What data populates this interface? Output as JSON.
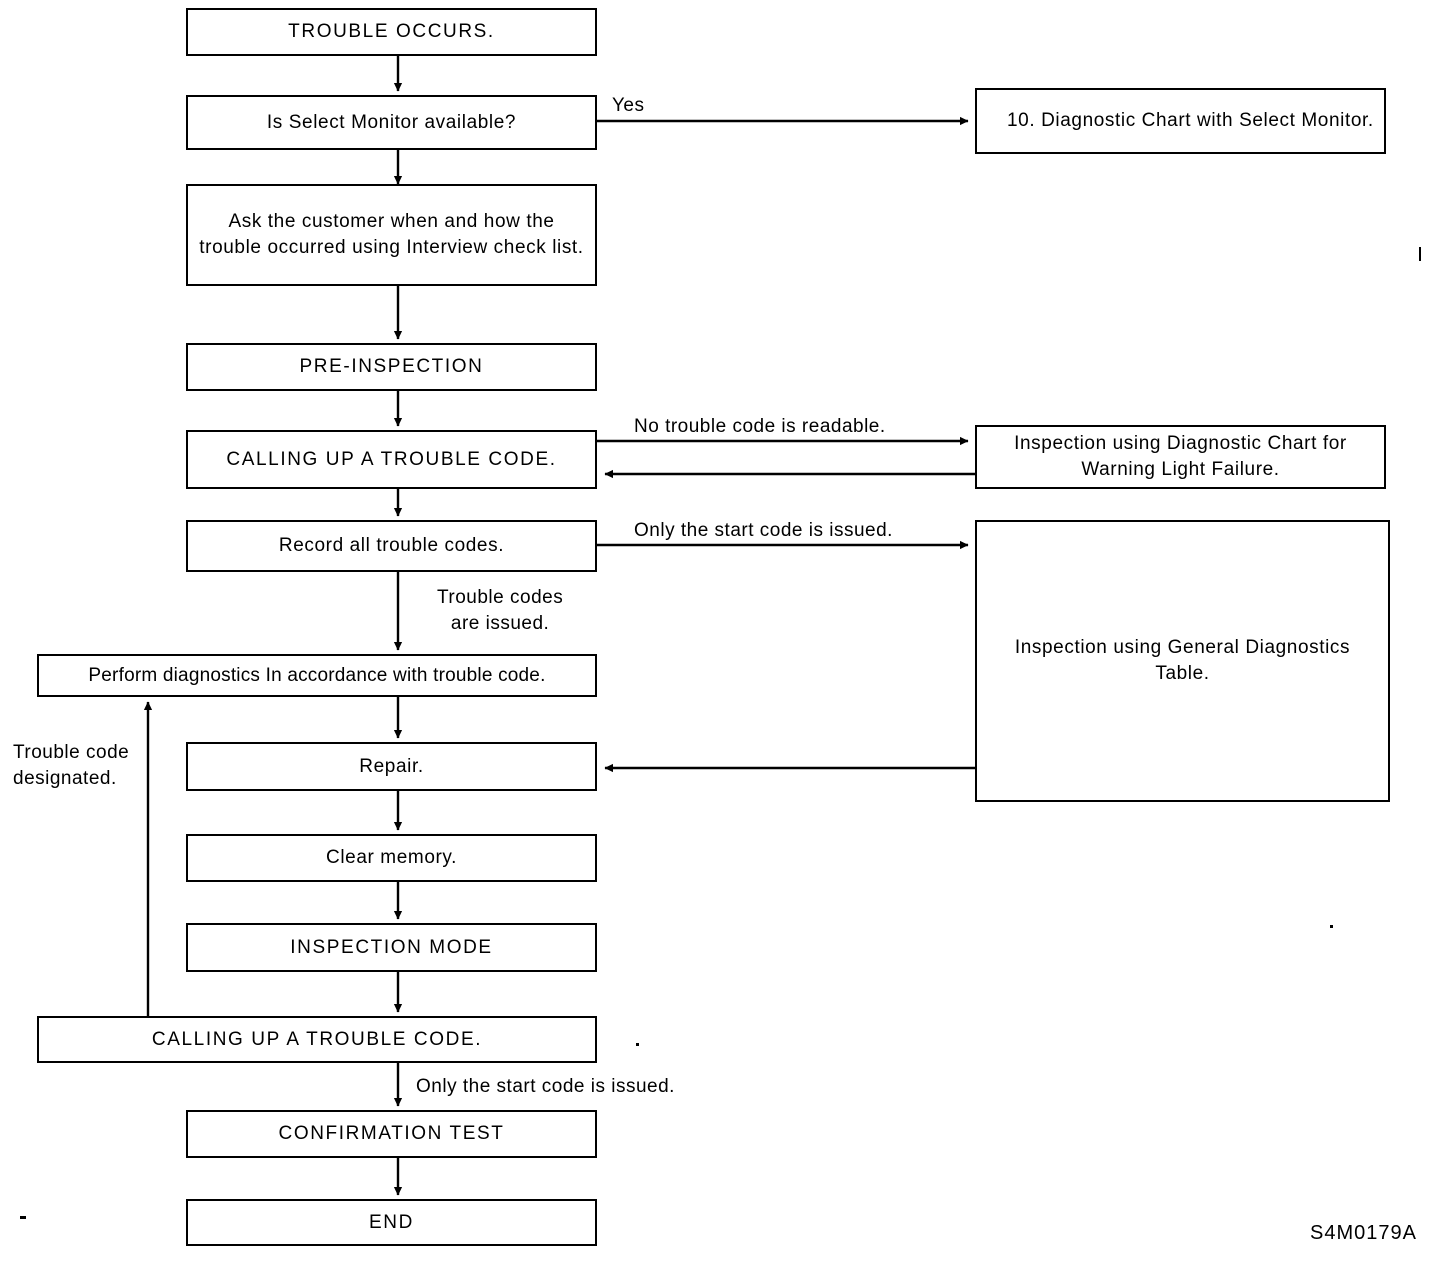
{
  "figure": {
    "code": "S4M0179A",
    "type": "flowchart",
    "orientation": "top-to-bottom"
  },
  "nodes": [
    {
      "id": "trouble-occurs",
      "label": "TROUBLE OCCURS.",
      "style": "caps"
    },
    {
      "id": "select-monitor",
      "label": "Is Select Monitor available?",
      "style": "normal"
    },
    {
      "id": "ask-customer",
      "label": "Ask the customer when and how the trouble occurred using Interview check list.",
      "style": "normal"
    },
    {
      "id": "pre-inspection",
      "label": "PRE-INSPECTION",
      "style": "caps"
    },
    {
      "id": "calling-up-code-1",
      "label": "CALLING UP A TROUBLE CODE.",
      "style": "caps"
    },
    {
      "id": "record-codes",
      "label": "Record all trouble codes.",
      "style": "normal"
    },
    {
      "id": "perform-diagnostics",
      "label": "Perform diagnostics In accordance with trouble code.",
      "style": "tight"
    },
    {
      "id": "repair",
      "label": "Repair.",
      "style": "normal"
    },
    {
      "id": "clear-memory",
      "label": "Clear memory.",
      "style": "normal"
    },
    {
      "id": "inspection-mode",
      "label": "INSPECTION MODE",
      "style": "caps"
    },
    {
      "id": "calling-up-code-2",
      "label": "CALLING UP A TROUBLE CODE.",
      "style": "caps"
    },
    {
      "id": "confirmation-test",
      "label": "CONFIRMATION TEST",
      "style": "caps"
    },
    {
      "id": "end",
      "label": "END",
      "style": "caps"
    },
    {
      "id": "diagnostic-chart-sm",
      "label": "10. Diagnostic Chart with Select Monitor.",
      "style": "left"
    },
    {
      "id": "warning-light-failure",
      "label": "Inspection using Diagnostic Chart for Warning Light Failure.",
      "style": "normal"
    },
    {
      "id": "general-diag-table",
      "label": "Inspection using General Diagnostics Table.",
      "style": "normal"
    }
  ],
  "edge_labels": [
    {
      "id": "yes",
      "text": "Yes"
    },
    {
      "id": "no-trouble-code",
      "text": "No trouble code is readable."
    },
    {
      "id": "only-start-code-top",
      "text": "Only the start code is issued."
    },
    {
      "id": "trouble-codes-issued",
      "text": "Trouble codes\nare issued."
    },
    {
      "id": "trouble-code-designated",
      "text": "Trouble code\ndesignated."
    },
    {
      "id": "only-start-code-bottom",
      "text": "Only the start code is issued."
    }
  ]
}
